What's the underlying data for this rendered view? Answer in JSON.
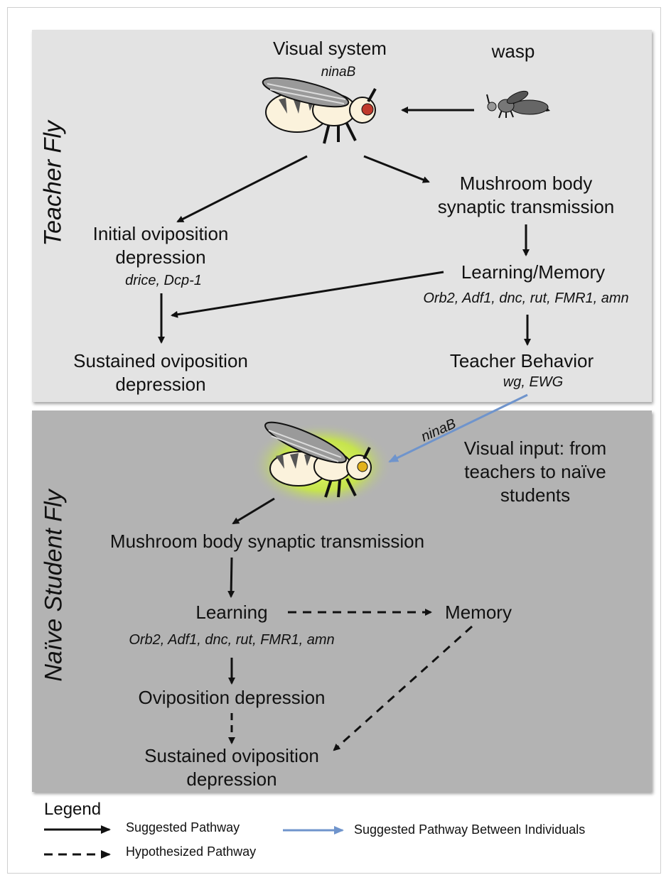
{
  "teacher": {
    "side_label": "Teacher Fly",
    "visual_system": "Visual system",
    "visual_system_gene": "ninaB",
    "wasp": "wasp",
    "mb_line1": "Mushroom body",
    "mb_line2": "synaptic transmission",
    "initial_line1": "Initial oviposition",
    "initial_line2": "depression",
    "initial_genes": "drice, Dcp-1",
    "learning_memory": "Learning/Memory",
    "learning_memory_genes": "Orb2, Adf1, dnc, rut, FMR1, amn",
    "sustained_line1": "Sustained oviposition",
    "sustained_line2": "depression",
    "teacher_behavior": "Teacher Behavior",
    "teacher_behavior_genes": "wg, EWG"
  },
  "student": {
    "side_label": "Naïve Student Fly",
    "arrow_gene": "ninaB",
    "visual_input_line1": "Visual input: from",
    "visual_input_line2": "teachers to naïve",
    "visual_input_line3": "students",
    "mb": "Mushroom body synaptic transmission",
    "learning": "Learning",
    "memory": "Memory",
    "learning_genes": "Orb2, Adf1, dnc, rut, FMR1, amn",
    "oviposition": "Oviposition depression",
    "sustained_line1": "Sustained oviposition",
    "sustained_line2": "depression"
  },
  "legend": {
    "title": "Legend",
    "suggested": "Suggested Pathway",
    "hypothesized": "Hypothesized Pathway",
    "between": "Suggested Pathway Between Individuals"
  },
  "colors": {
    "teacher_bg": "#e3e3e3",
    "student_bg": "#b3b3b3",
    "between_arrow": "#6f94cc",
    "fly_glow": "#d8f25a"
  }
}
